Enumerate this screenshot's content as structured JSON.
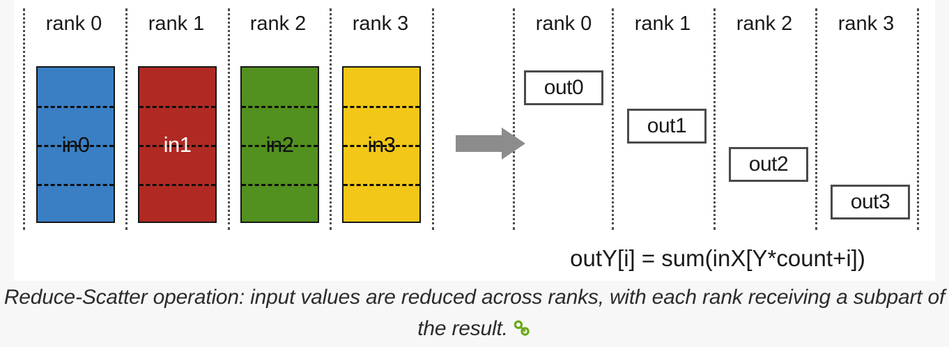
{
  "figure": {
    "input_group": {
      "rank_labels": [
        "rank 0",
        "rank 1",
        "rank 2",
        "rank 3"
      ],
      "bars": [
        {
          "label": "in0",
          "fill": "#3a7fc4",
          "text_color": "#101010",
          "segments": 4
        },
        {
          "label": "in1",
          "fill": "#b02a23",
          "text_color": "#ffffff",
          "segments": 4
        },
        {
          "label": "in2",
          "fill": "#52901f",
          "text_color": "#101010",
          "segments": 4
        },
        {
          "label": "in3",
          "fill": "#f2c718",
          "text_color": "#101010",
          "segments": 4
        }
      ]
    },
    "arrow": {
      "name": "right-arrow",
      "color": "#8c8c8c",
      "direction": "right"
    },
    "output_group": {
      "rank_labels": [
        "rank 0",
        "rank 1",
        "rank 2",
        "rank 3"
      ],
      "boxes": [
        {
          "label": "out0",
          "step": 0
        },
        {
          "label": "out1",
          "step": 1
        },
        {
          "label": "out2",
          "step": 2
        },
        {
          "label": "out3",
          "step": 3
        }
      ]
    },
    "formula": "outY[i] = sum(inX[Y*count+i])",
    "colors": {
      "card_background": "#ffffff",
      "page_background": "#f7f7f7",
      "divider": "#4d4d4d",
      "box_border": "#4a4a4a",
      "bar_border": "#151515",
      "link_icon": "#6aa81c"
    }
  },
  "caption": {
    "line1": "Reduce-Scatter operation: input values are reduced across ranks, with each rank receiving a subpart of",
    "line2": "the result.",
    "link_icon_name": "link-chain-icon"
  }
}
